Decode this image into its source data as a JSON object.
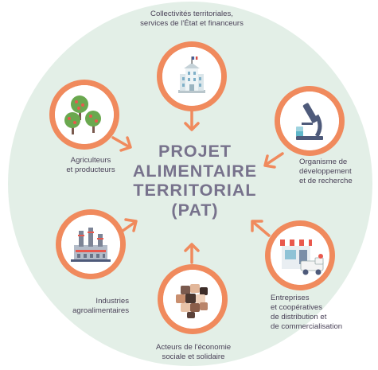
{
  "center": {
    "lines": [
      "PROJET",
      "ALIMENTAIRE",
      "TERRITORIAL",
      "(PAT)"
    ]
  },
  "nodes": {
    "collectivites": {
      "icon": "government-building-icon",
      "label_lines": [
        "Collectivités territoriales,",
        "services de l'État et financeurs"
      ]
    },
    "organisme": {
      "icon": "microscope-icon",
      "label_lines": [
        "Organisme de",
        "développement",
        "et de recherche"
      ]
    },
    "entreprises": {
      "icon": "shop-and-truck-icon",
      "label_lines": [
        "Entreprises",
        "et coopératives",
        "de distribution et",
        "de commercialisation"
      ]
    },
    "acteurs": {
      "icon": "puzzle-pieces-icon",
      "label_lines": [
        "Acteurs de l'économie",
        "sociale et solidaire"
      ]
    },
    "industries": {
      "icon": "factory-icon",
      "label_lines": [
        "Industries",
        "agroalimentaires"
      ]
    },
    "agriculteurs": {
      "icon": "fruit-trees-icon",
      "label_lines": [
        "Agriculteurs",
        "et producteurs"
      ]
    }
  },
  "colors": {
    "ring": "#f08a5d",
    "background": "#e3efe7",
    "title": "#77728c",
    "label": "#4a4258"
  }
}
